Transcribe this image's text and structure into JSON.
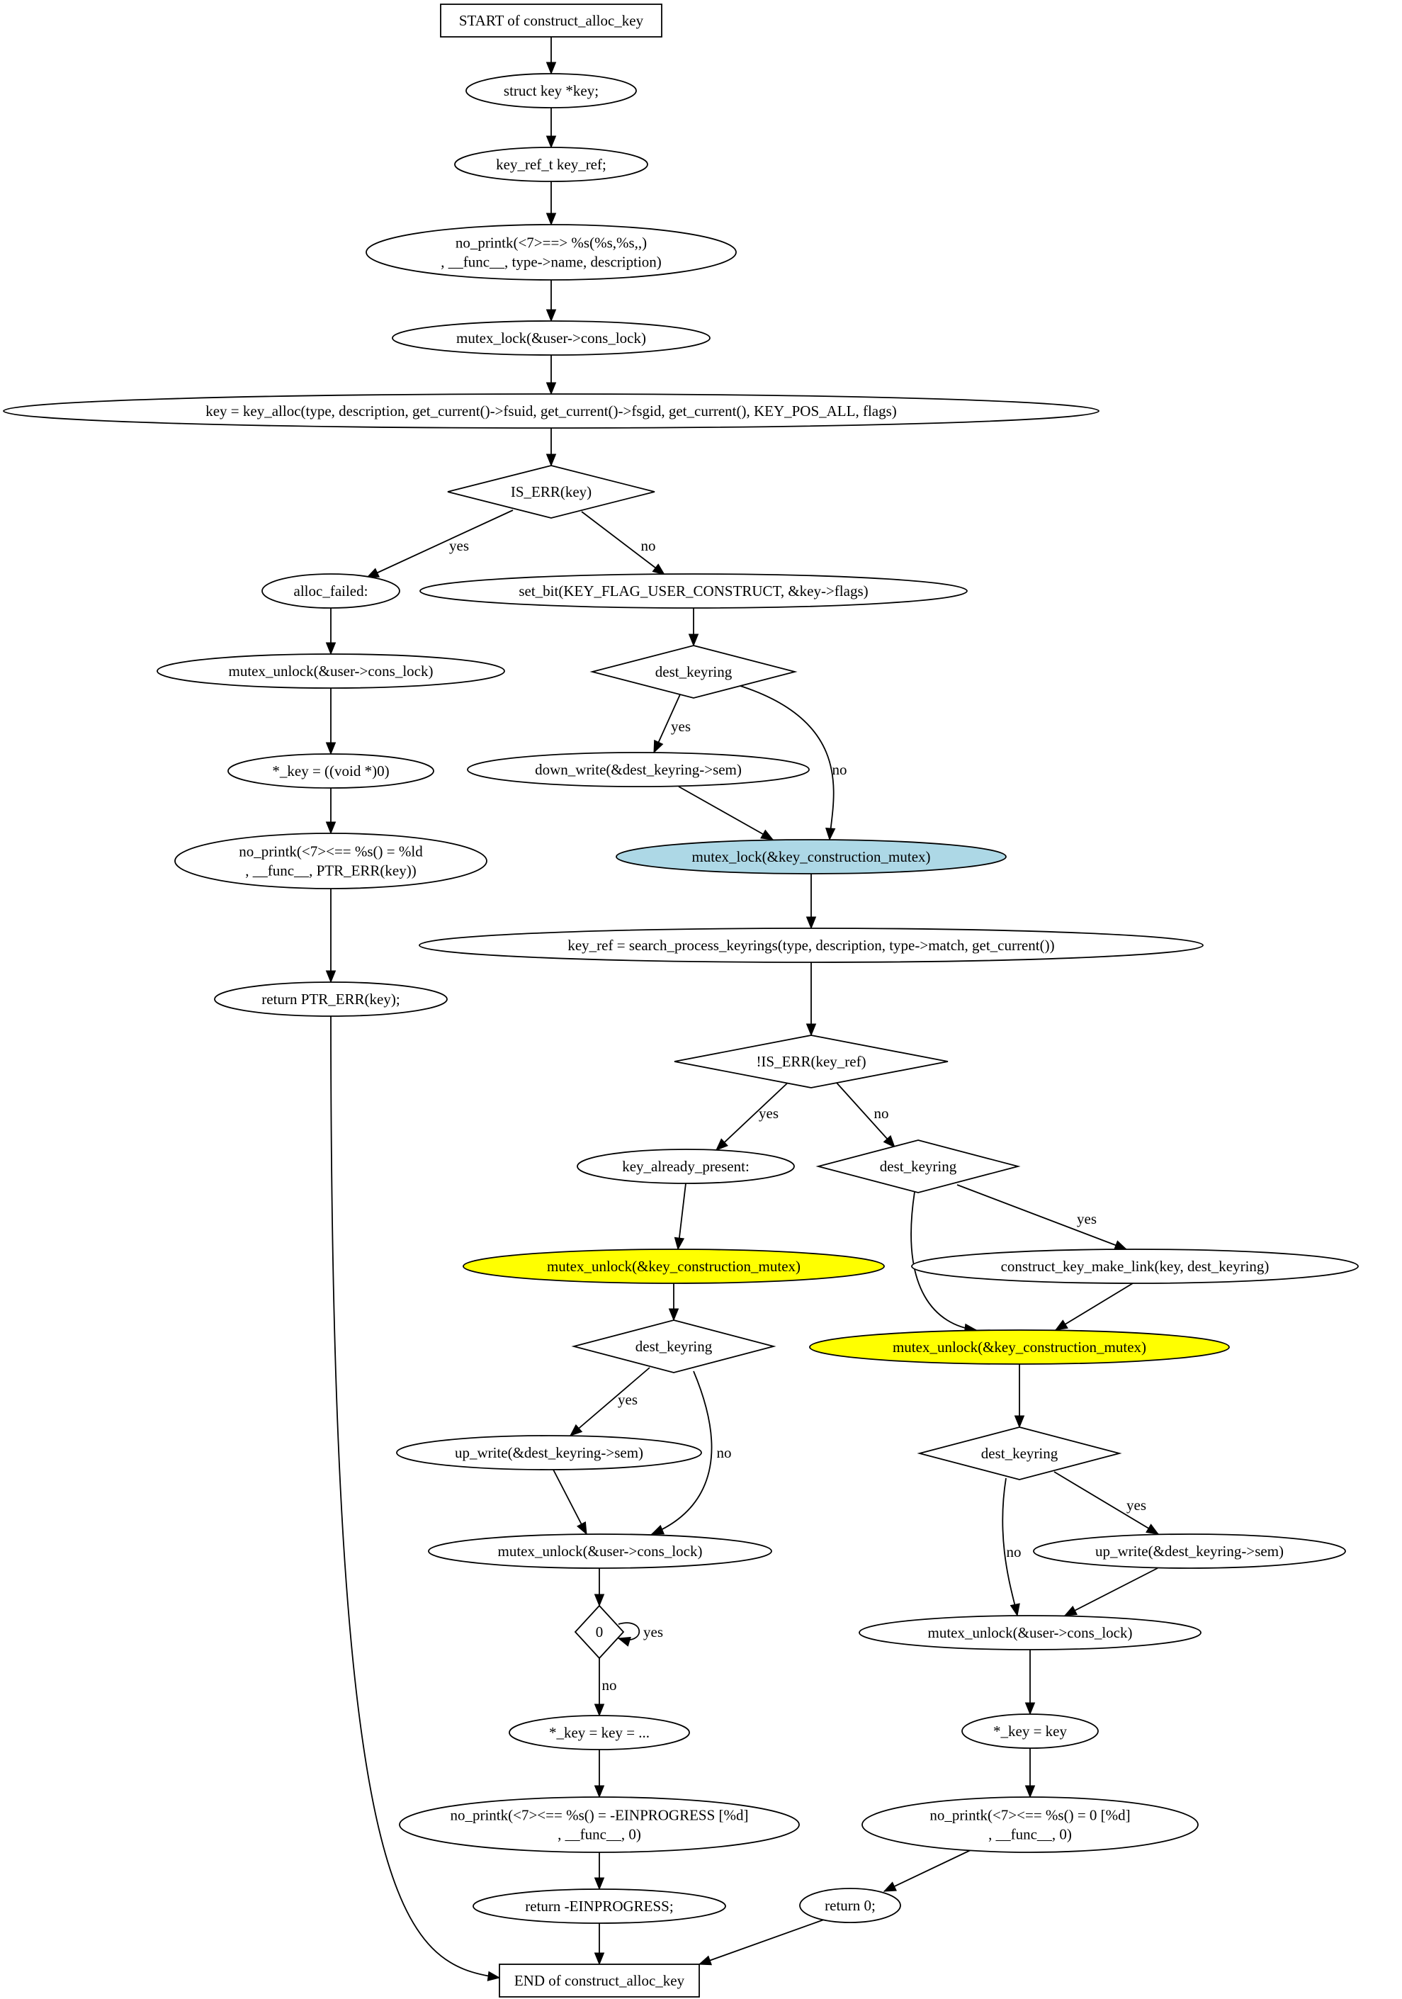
{
  "colors": {
    "highlight_blue": "#add8e6",
    "highlight_yellow": "#ffff00",
    "default_fill": "#ffffff",
    "stroke": "#000000"
  },
  "nodes": {
    "start": {
      "shape": "box",
      "lines": [
        "START of construct_alloc_key"
      ]
    },
    "decl_key": {
      "shape": "ellipse",
      "lines": [
        "struct key *key;"
      ]
    },
    "decl_key_ref": {
      "shape": "ellipse",
      "lines": [
        "key_ref_t key_ref;"
      ]
    },
    "printk_enter": {
      "shape": "ellipse",
      "lines": [
        "no_printk(<7>==> %s(%s,%s,,)",
        ", __func__, type->name, description)"
      ]
    },
    "lock_cons": {
      "shape": "ellipse",
      "lines": [
        "mutex_lock(&user->cons_lock)"
      ]
    },
    "key_alloc": {
      "shape": "ellipse",
      "lines": [
        "key = key_alloc(type, description, get_current()->fsuid, get_current()->fsgid, get_current(), KEY_POS_ALL, flags)"
      ]
    },
    "is_err_key": {
      "shape": "diamond",
      "lines": [
        "IS_ERR(key)"
      ]
    },
    "alloc_failed": {
      "shape": "ellipse",
      "lines": [
        "alloc_failed:"
      ]
    },
    "set_bit": {
      "shape": "ellipse",
      "lines": [
        "set_bit(KEY_FLAG_USER_CONSTRUCT, &key->flags)"
      ]
    },
    "unlock_cons_fail": {
      "shape": "ellipse",
      "lines": [
        "mutex_unlock(&user->cons_lock)"
      ]
    },
    "dest_keyring_1": {
      "shape": "diamond",
      "lines": [
        "dest_keyring"
      ]
    },
    "key_null": {
      "shape": "ellipse",
      "lines": [
        "*_key = ((void *)0)"
      ]
    },
    "down_write": {
      "shape": "ellipse",
      "lines": [
        "down_write(&dest_keyring->sem)"
      ]
    },
    "printk_fail": {
      "shape": "ellipse",
      "lines": [
        "no_printk(<7><== %s() = %ld",
        ", __func__, PTR_ERR(key))"
      ]
    },
    "lock_construction": {
      "shape": "ellipse",
      "fill": "blue",
      "lines": [
        "mutex_lock(&key_construction_mutex)"
      ]
    },
    "search_keyrings": {
      "shape": "ellipse",
      "lines": [
        "key_ref = search_process_keyrings(type, description, type->match, get_current())"
      ]
    },
    "return_err": {
      "shape": "ellipse",
      "lines": [
        "return PTR_ERR(key);"
      ]
    },
    "not_is_err_ref": {
      "shape": "diamond",
      "lines": [
        "!IS_ERR(key_ref)"
      ]
    },
    "key_already_present": {
      "shape": "ellipse",
      "lines": [
        "key_already_present:"
      ]
    },
    "dest_keyring_2": {
      "shape": "diamond",
      "lines": [
        "dest_keyring"
      ]
    },
    "unlock_construction_present": {
      "shape": "ellipse",
      "fill": "yellow",
      "lines": [
        "mutex_unlock(&key_construction_mutex)"
      ]
    },
    "make_link": {
      "shape": "ellipse",
      "lines": [
        "construct_key_make_link(key, dest_keyring)"
      ]
    },
    "dest_keyring_3": {
      "shape": "diamond",
      "lines": [
        "dest_keyring"
      ]
    },
    "unlock_construction_new": {
      "shape": "ellipse",
      "fill": "yellow",
      "lines": [
        "mutex_unlock(&key_construction_mutex)"
      ]
    },
    "up_write_present": {
      "shape": "ellipse",
      "lines": [
        "up_write(&dest_keyring->sem)"
      ]
    },
    "dest_keyring_4": {
      "shape": "diamond",
      "lines": [
        "dest_keyring"
      ]
    },
    "unlock_cons_present": {
      "shape": "ellipse",
      "lines": [
        "mutex_unlock(&user->cons_lock)"
      ]
    },
    "up_write_new": {
      "shape": "ellipse",
      "lines": [
        "up_write(&dest_keyring->sem)"
      ]
    },
    "zero_loop": {
      "shape": "diamond",
      "lines": [
        "0"
      ]
    },
    "unlock_cons_new": {
      "shape": "ellipse",
      "lines": [
        "mutex_unlock(&user->cons_lock)"
      ]
    },
    "key_assign_present": {
      "shape": "ellipse",
      "lines": [
        "*_key = key = ..."
      ]
    },
    "key_assign_new": {
      "shape": "ellipse",
      "lines": [
        "*_key = key"
      ]
    },
    "printk_einprogress": {
      "shape": "ellipse",
      "lines": [
        "no_printk(<7><== %s() = -EINPROGRESS [%d]",
        ", __func__, 0)"
      ]
    },
    "printk_ok": {
      "shape": "ellipse",
      "lines": [
        "no_printk(<7><== %s() = 0 [%d]",
        ", __func__, 0)"
      ]
    },
    "return_einprogress": {
      "shape": "ellipse",
      "lines": [
        "return -EINPROGRESS;"
      ]
    },
    "return_zero": {
      "shape": "ellipse",
      "lines": [
        "return 0;"
      ]
    },
    "end": {
      "shape": "box",
      "lines": [
        "END of construct_alloc_key"
      ]
    }
  },
  "edges": [
    {
      "from": "start",
      "to": "decl_key",
      "label": ""
    },
    {
      "from": "decl_key",
      "to": "decl_key_ref",
      "label": ""
    },
    {
      "from": "decl_key_ref",
      "to": "printk_enter",
      "label": ""
    },
    {
      "from": "printk_enter",
      "to": "lock_cons",
      "label": ""
    },
    {
      "from": "lock_cons",
      "to": "key_alloc",
      "label": ""
    },
    {
      "from": "key_alloc",
      "to": "is_err_key",
      "label": ""
    },
    {
      "from": "is_err_key",
      "to": "alloc_failed",
      "label": "yes"
    },
    {
      "from": "is_err_key",
      "to": "set_bit",
      "label": "no"
    },
    {
      "from": "alloc_failed",
      "to": "unlock_cons_fail",
      "label": ""
    },
    {
      "from": "unlock_cons_fail",
      "to": "key_null",
      "label": ""
    },
    {
      "from": "key_null",
      "to": "printk_fail",
      "label": ""
    },
    {
      "from": "printk_fail",
      "to": "return_err",
      "label": ""
    },
    {
      "from": "return_err",
      "to": "end",
      "label": ""
    },
    {
      "from": "set_bit",
      "to": "dest_keyring_1",
      "label": ""
    },
    {
      "from": "dest_keyring_1",
      "to": "down_write",
      "label": "yes"
    },
    {
      "from": "dest_keyring_1",
      "to": "lock_construction",
      "label": "no"
    },
    {
      "from": "down_write",
      "to": "lock_construction",
      "label": ""
    },
    {
      "from": "lock_construction",
      "to": "search_keyrings",
      "label": ""
    },
    {
      "from": "search_keyrings",
      "to": "not_is_err_ref",
      "label": ""
    },
    {
      "from": "not_is_err_ref",
      "to": "key_already_present",
      "label": "yes"
    },
    {
      "from": "not_is_err_ref",
      "to": "dest_keyring_2",
      "label": "no"
    },
    {
      "from": "key_already_present",
      "to": "unlock_construction_present",
      "label": ""
    },
    {
      "from": "dest_keyring_2",
      "to": "make_link",
      "label": "yes"
    },
    {
      "from": "dest_keyring_2",
      "to": "unlock_construction_new",
      "label": "no"
    },
    {
      "from": "make_link",
      "to": "unlock_construction_new",
      "label": ""
    },
    {
      "from": "unlock_construction_present",
      "to": "dest_keyring_3",
      "label": ""
    },
    {
      "from": "dest_keyring_3",
      "to": "up_write_present",
      "label": "yes"
    },
    {
      "from": "dest_keyring_3",
      "to": "unlock_cons_present",
      "label": "no"
    },
    {
      "from": "up_write_present",
      "to": "unlock_cons_present",
      "label": ""
    },
    {
      "from": "unlock_construction_new",
      "to": "dest_keyring_4",
      "label": ""
    },
    {
      "from": "dest_keyring_4",
      "to": "up_write_new",
      "label": "yes"
    },
    {
      "from": "dest_keyring_4",
      "to": "unlock_cons_new",
      "label": "no"
    },
    {
      "from": "up_write_new",
      "to": "unlock_cons_new",
      "label": ""
    },
    {
      "from": "unlock_cons_present",
      "to": "zero_loop",
      "label": ""
    },
    {
      "from": "zero_loop",
      "to": "zero_loop",
      "label": "yes"
    },
    {
      "from": "zero_loop",
      "to": "key_assign_present",
      "label": "no"
    },
    {
      "from": "key_assign_present",
      "to": "printk_einprogress",
      "label": ""
    },
    {
      "from": "printk_einprogress",
      "to": "return_einprogress",
      "label": ""
    },
    {
      "from": "return_einprogress",
      "to": "end",
      "label": ""
    },
    {
      "from": "unlock_cons_new",
      "to": "key_assign_new",
      "label": ""
    },
    {
      "from": "key_assign_new",
      "to": "printk_ok",
      "label": ""
    },
    {
      "from": "printk_ok",
      "to": "return_zero",
      "label": ""
    },
    {
      "from": "return_zero",
      "to": "end",
      "label": ""
    }
  ]
}
